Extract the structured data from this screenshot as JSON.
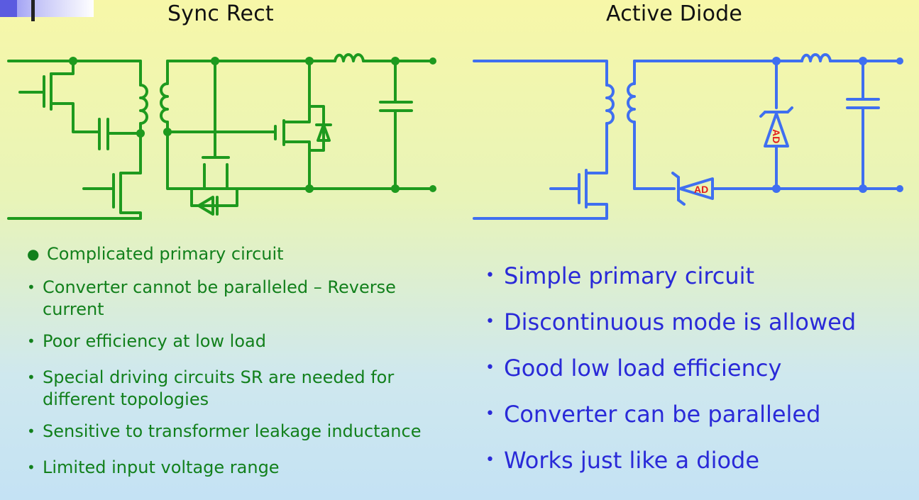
{
  "titles": {
    "left": "Sync Rect",
    "right": "Active Diode"
  },
  "diode_label": "AD",
  "colors": {
    "sync_rect": "#1e9a1e",
    "active_diode": "#3f6ff0",
    "ad_label": "#e21b1b"
  },
  "left_bullets": [
    "Complicated primary circuit",
    "Converter cannot be paralleled – Reverse current",
    "Poor efficiency at low load",
    "Special driving circuits SR are needed for different topologies",
    "Sensitive to transformer leakage inductance",
    "Limited input voltage range"
  ],
  "right_bullets": [
    "Simple primary circuit",
    "Discontinuous mode is allowed",
    "Good low load efficiency",
    "Converter can be paralleled",
    "Works just like a diode"
  ]
}
